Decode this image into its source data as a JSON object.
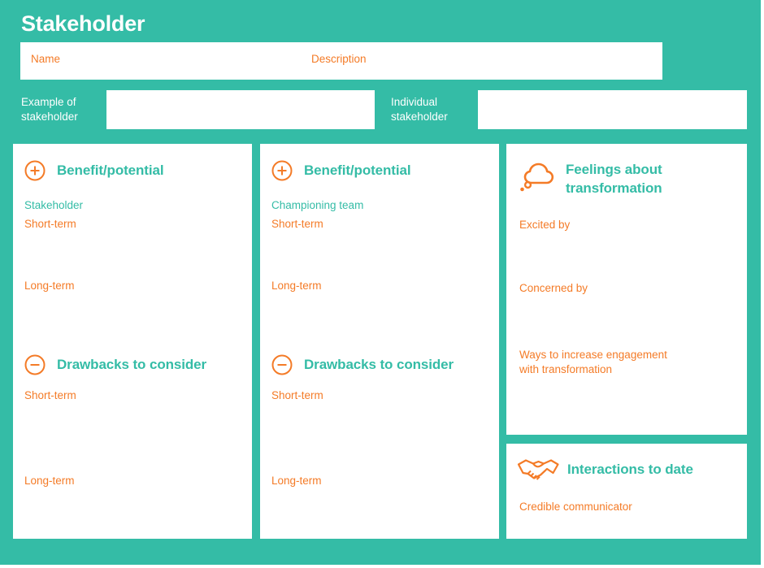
{
  "colors": {
    "background_teal": "#34bca6",
    "card_white": "#ffffff",
    "accent_orange": "#f47b27",
    "heading_teal": "#34bca6"
  },
  "header": {
    "title": "Stakeholder",
    "table_headers": {
      "name": "Name",
      "description": "Description"
    },
    "rows": [
      {
        "label": "Example of stakeholder",
        "value": ""
      },
      {
        "label": "Individual stakeholder",
        "value": ""
      }
    ]
  },
  "cards": {
    "left": {
      "benefit": {
        "icon": "plus-circle-icon",
        "title": "Benefit/potential",
        "context": "Stakeholder",
        "fields": [
          "Short-term",
          "Long-term"
        ]
      },
      "drawbacks": {
        "icon": "minus-circle-icon",
        "title": "Drawbacks to consider",
        "fields": [
          "Short-term",
          "Long-term"
        ]
      }
    },
    "middle": {
      "benefit": {
        "icon": "plus-circle-icon",
        "title": "Benefit/potential",
        "context": "Championing team",
        "fields": [
          "Short-term",
          "Long-term"
        ]
      },
      "drawbacks": {
        "icon": "minus-circle-icon",
        "title": "Drawbacks to consider",
        "fields": [
          "Short-term",
          "Long-term"
        ]
      }
    },
    "feelings": {
      "icon": "thought-cloud-icon",
      "title_line1": "Feelings about",
      "title_line2": "transformation",
      "fields": [
        "Excited by",
        "Concerned by"
      ],
      "engagement_line1": "Ways to increase engagement",
      "engagement_line2": "with transformation"
    },
    "interactions": {
      "icon": "handshake-icon",
      "title": "Interactions to date",
      "fields": [
        "Credible communicator"
      ]
    }
  }
}
